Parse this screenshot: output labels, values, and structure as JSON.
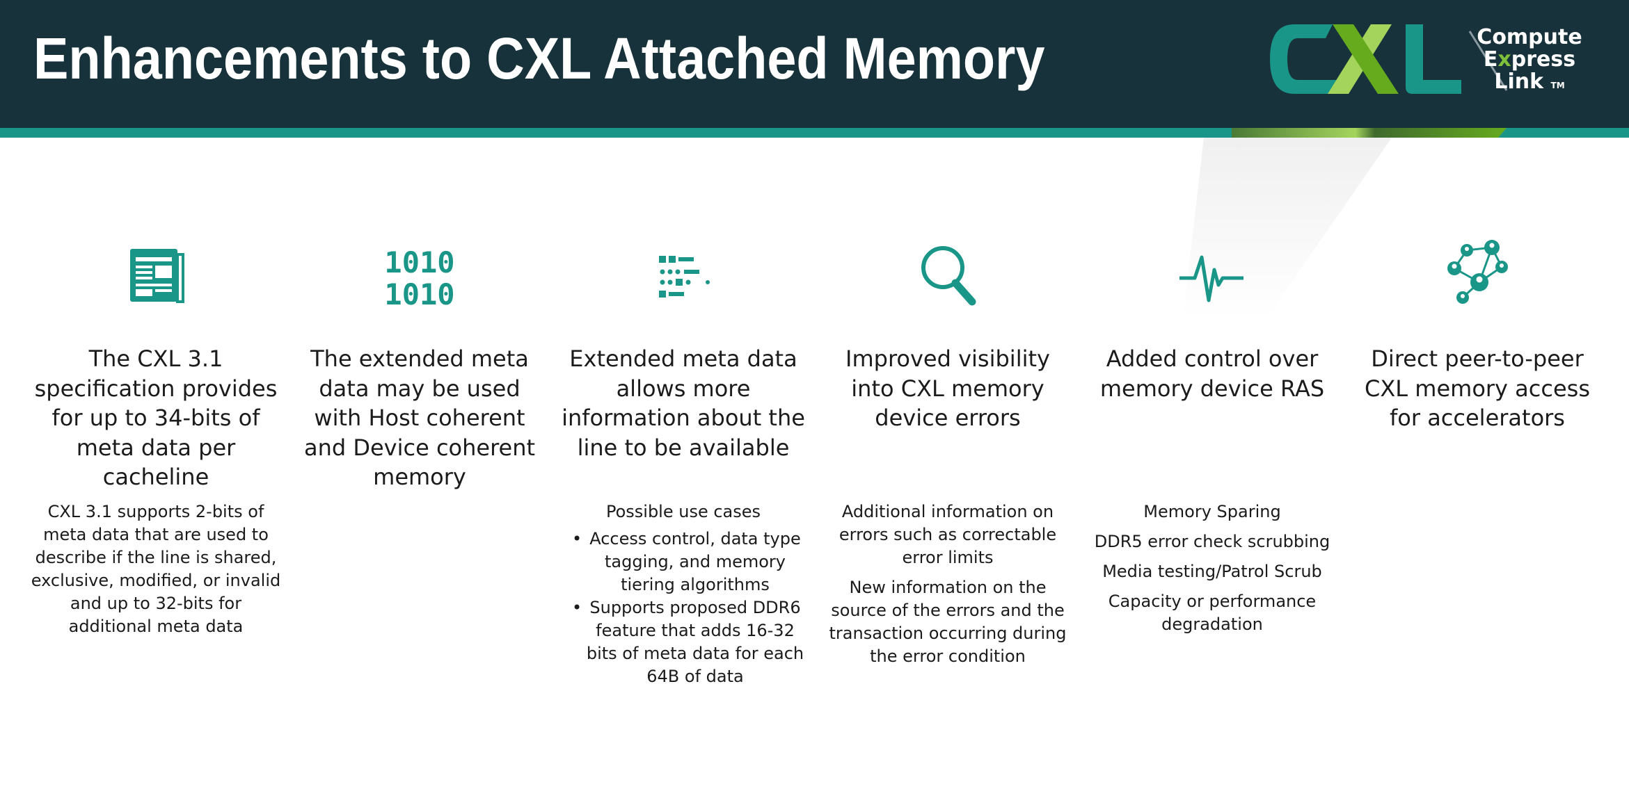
{
  "header": {
    "title": "Enhancements to CXL Attached Memory"
  },
  "logo": {
    "mark": "CXL",
    "line1": "Compute",
    "line2_a": "E",
    "line2_x": "x",
    "line2_b": "press",
    "line3": "Link",
    "tm": "TM"
  },
  "colors": {
    "header_bg": "#17323a",
    "teal": "#1a9688",
    "green": "#66ab1e",
    "light_green": "#a5d45d"
  },
  "columns": [
    {
      "icon": "newspaper-icon",
      "heading": "The CXL 3.1 specification provides for up to 34-bits of meta data per cacheline",
      "body": [
        "CXL 3.1 supports 2-bits of meta data that are used to describe if the line is shared, exclusive, modified, or invalid and up to 32-bits for additional meta data"
      ]
    },
    {
      "icon": "binary-icon",
      "binary": "1010",
      "heading": "The extended meta data may be used with Host coherent and Device coherent memory",
      "body": []
    },
    {
      "icon": "data-list-icon",
      "heading": "Extended meta data allows more information about the line to be available",
      "intro": "Possible use cases",
      "bullets": [
        "Access control, data type tagging, and memory tiering algorithms",
        "Supports proposed DDR6 feature that adds 16-32 bits of meta data for each 64B of data"
      ]
    },
    {
      "icon": "magnifier-icon",
      "heading": "Improved visibility into CXL memory device errors",
      "body": [
        "Additional information on errors such as correctable error limits",
        "New information on the source of the errors and the transaction occurring during the error condition"
      ]
    },
    {
      "icon": "heartbeat-icon",
      "heading": "Added control over memory device RAS",
      "body": [
        "Memory Sparing",
        "DDR5 error check scrubbing",
        "Media testing/Patrol Scrub",
        "Capacity or performance degradation"
      ]
    },
    {
      "icon": "network-people-icon",
      "heading": "Direct peer-to-peer CXL memory access for accelerators",
      "body": []
    }
  ]
}
